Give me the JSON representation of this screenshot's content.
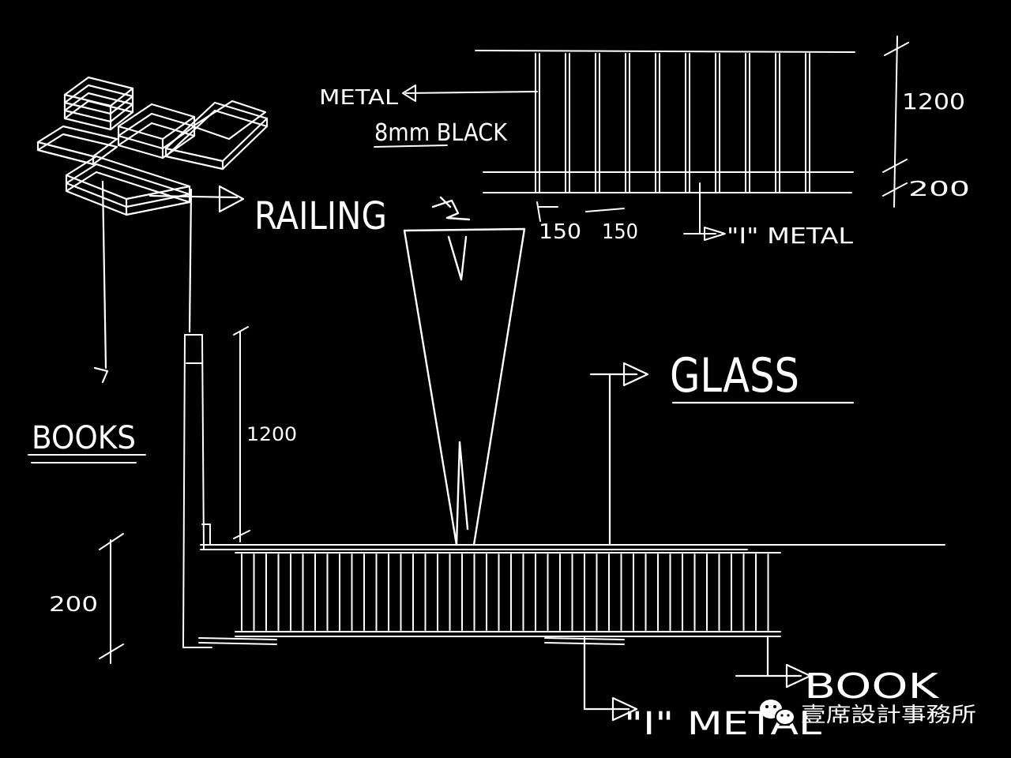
{
  "labels": {
    "metal": "METAL",
    "black": "8mm BLACK",
    "railing": "RAILING",
    "books": "BOOKS",
    "glass": "GLASS",
    "dim_top_1200": "1200",
    "dim_top_200": "200",
    "dim_150_a": "150",
    "dim_150_b": "150",
    "i_metal_top": "\"I\" METAL",
    "dim_mid_1200": "1200",
    "dim_left_200": "200",
    "book": "BOOK",
    "i_metal_bottom": "\"I\" METAL"
  },
  "watermark": {
    "text": "壹席設計事務所",
    "icon": "wechat-icon"
  },
  "colors": {
    "background": "#000000",
    "ink": "#ffffff"
  }
}
